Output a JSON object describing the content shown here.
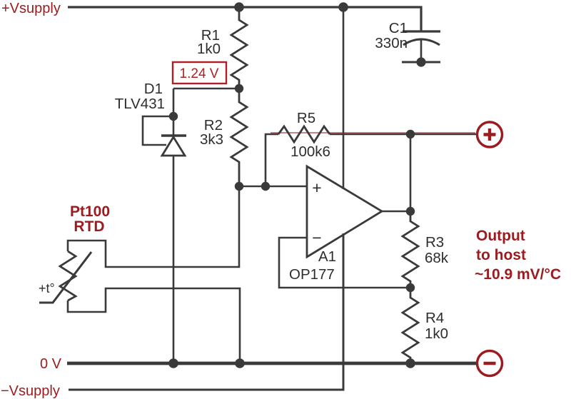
{
  "colors": {
    "wire": "#3a3a3a",
    "label": "#2d2d2d",
    "accent_red": "#9b1b1e",
    "reference_red": "#b01f24",
    "background": "#ffffff"
  },
  "rails": {
    "positive_supply": "+Vsupply",
    "ground": "0 V",
    "negative_supply": "−Vsupply"
  },
  "components": {
    "r1": {
      "designator": "R1",
      "value": "1k0"
    },
    "r2": {
      "designator": "R2",
      "value": "3k3"
    },
    "r3": {
      "designator": "R3",
      "value": "68k"
    },
    "r4": {
      "designator": "R4",
      "value": "1k0"
    },
    "r5": {
      "designator": "R5",
      "value": "100k6"
    },
    "c1": {
      "designator": "C1",
      "value": "330n"
    },
    "d1": {
      "designator": "D1",
      "part": "TLV431"
    },
    "a1": {
      "designator": "A1",
      "part": "OP177",
      "noninverting_input": "+",
      "inverting_input": "−"
    },
    "rtd": {
      "type": "Pt100",
      "name": "RTD",
      "coefficient": "+t°"
    }
  },
  "annotations": {
    "reference_voltage": "1.24 V",
    "output_line1": "Output",
    "output_line2": "to host",
    "output_line3": "~10.9 mV/°C"
  },
  "terminals": {
    "positive": "+",
    "negative": "−"
  }
}
